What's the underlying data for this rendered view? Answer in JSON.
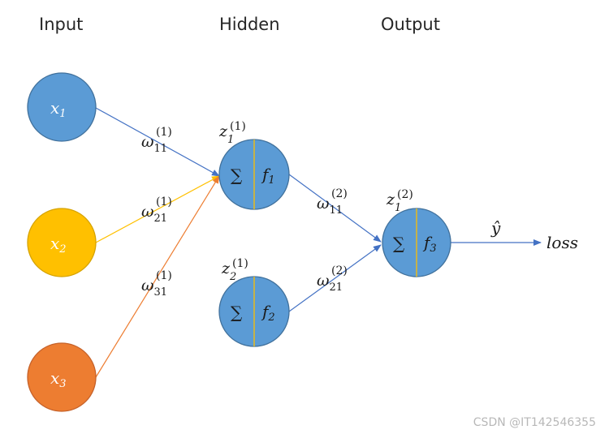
{
  "headers": {
    "input": "Input",
    "hidden": "Hidden",
    "output": "Output"
  },
  "nodes": {
    "x1": {
      "var": "x",
      "sub": "1"
    },
    "x2": {
      "var": "x",
      "sub": "2"
    },
    "x3": {
      "var": "x",
      "sub": "3"
    },
    "h1": {
      "sum": "∑",
      "f": "f",
      "f_sub": "1",
      "z": "z",
      "z_sub": "1",
      "z_sup": "(1)"
    },
    "h2": {
      "sum": "∑",
      "f": "f",
      "f_sub": "2",
      "z": "z",
      "z_sub": "2",
      "z_sup": "(1)"
    },
    "out": {
      "sum": "∑",
      "f": "f",
      "f_sub": "3",
      "z": "z",
      "z_sub": "1",
      "z_sup": "(2)"
    }
  },
  "weights": {
    "w11_1": {
      "sym": "ω",
      "sub": "11",
      "sup": "(1)"
    },
    "w21_1": {
      "sym": "ω",
      "sub": "21",
      "sup": "(1)"
    },
    "w31_1": {
      "sym": "ω",
      "sub": "31",
      "sup": "(1)"
    },
    "w11_2": {
      "sym": "ω",
      "sub": "11",
      "sup": "(2)"
    },
    "w21_2": {
      "sym": "ω",
      "sub": "21",
      "sup": "(2)"
    }
  },
  "output_labels": {
    "y_hat": "ŷ",
    "loss": "loss"
  },
  "colors": {
    "blue_node": "#5b9bd5",
    "blue_edge": "#41719c",
    "yellow_node": "#ffc000",
    "orange_node": "#ed7d31",
    "arrow_blue": "#4472c4",
    "divider": "#ffc000"
  },
  "watermark": "CSDN @IT142546355"
}
